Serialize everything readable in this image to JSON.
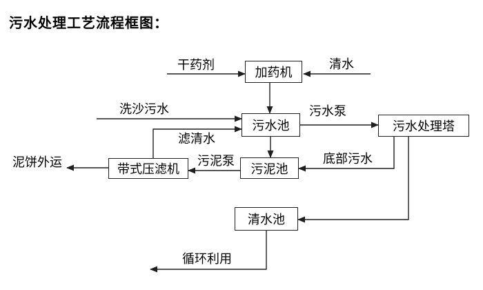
{
  "title": "污水处理工艺流程框图：",
  "nodes": {
    "dosing_machine": {
      "label": "加药机"
    },
    "sewage_pool": {
      "label": "污水池"
    },
    "treatment_tower": {
      "label": "污水处理塔"
    },
    "sludge_pool": {
      "label": "污泥池"
    },
    "belt_filter_press": {
      "label": "带式压滤机"
    },
    "clean_water_pool": {
      "label": "清水池"
    }
  },
  "flow_labels": {
    "dry_agent": "干药剂",
    "clean_water_in": "清水",
    "sand_washing_sewage": "洗沙污水",
    "sewage_pump": "污水泵",
    "filtered_water": "滤清水",
    "sludge_pump": "污泥泵",
    "bottom_sewage": "底部污水",
    "mud_cake_out": "泥饼外运",
    "recycle_use": "循环利用"
  },
  "edges": [
    {
      "from": "external-input",
      "to": "dosing_machine",
      "label": "干药剂"
    },
    {
      "from": "external-input",
      "to": "dosing_machine",
      "label": "清水"
    },
    {
      "from": "dosing_machine",
      "to": "sewage_pool",
      "label": ""
    },
    {
      "from": "external-input",
      "to": "sewage_pool",
      "label": "洗沙污水"
    },
    {
      "from": "belt_filter_press",
      "to": "sewage_pool",
      "label": "滤清水"
    },
    {
      "from": "sewage_pool",
      "to": "treatment_tower",
      "label": "污水泵"
    },
    {
      "from": "sewage_pool",
      "to": "sludge_pool",
      "label": ""
    },
    {
      "from": "treatment_tower",
      "to": "sludge_pool",
      "label": "底部污水"
    },
    {
      "from": "sludge_pool",
      "to": "belt_filter_press",
      "label": "污泥泵"
    },
    {
      "from": "belt_filter_press",
      "to": "external-output",
      "label": "泥饼外运"
    },
    {
      "from": "treatment_tower",
      "to": "clean_water_pool",
      "label": ""
    },
    {
      "from": "clean_water_pool",
      "to": "external-output",
      "label": "循环利用"
    }
  ],
  "colors": {
    "background": "#ffffff",
    "line": "#1f1f1f",
    "text": "#000000"
  }
}
